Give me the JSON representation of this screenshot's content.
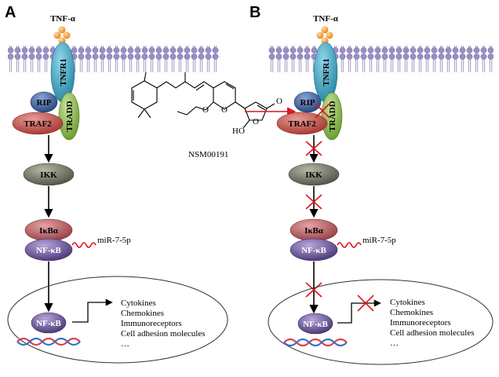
{
  "panels": {
    "a": {
      "letter": "A",
      "ligand": "TNF-α",
      "receptor": "TNFR1",
      "adaptor": "TRADD",
      "rip": "RIP",
      "traf2": "TRAF2",
      "ikk": "IKK",
      "ikba": "IκBα",
      "nfkb": "NF-κB",
      "mirna": "miR-7-5p",
      "nfkb_nucleus": "NF-κB",
      "target_genes": [
        "Cytokines",
        "Chemokines",
        "Immunoreceptors",
        "Cell adhesion molecules",
        "…"
      ]
    },
    "b": {
      "letter": "B",
      "ligand": "TNF-α",
      "receptor": "TNFR1",
      "adaptor": "TRADD",
      "rip": "RIP",
      "traf2": "TRAF2",
      "ikk": "IKK",
      "ikba": "IκBα",
      "nfkb": "NF-κB",
      "mirna": "miR-7-5p",
      "nfkb_nucleus": "NF-κB",
      "target_genes": [
        "Cytokines",
        "Chemokines",
        "Immunoreceptors",
        "Cell adhesion molecules",
        "…"
      ]
    }
  },
  "compound": {
    "name": "NSM00191",
    "hydroxyl_label": "HO"
  },
  "colors": {
    "membrane_head": "#9a8fc4",
    "tnfa": "#f5a440",
    "receptor": "#3ea8c4",
    "tradd": "#8cbc4a",
    "rip": "#355a96",
    "traf2": "#c4504a",
    "ikk": "#6a6a58",
    "ikba": "#b2555a",
    "nfkb": "#5f4b8b",
    "inhibit": "#e0141b",
    "mirna": "#e0141b"
  }
}
